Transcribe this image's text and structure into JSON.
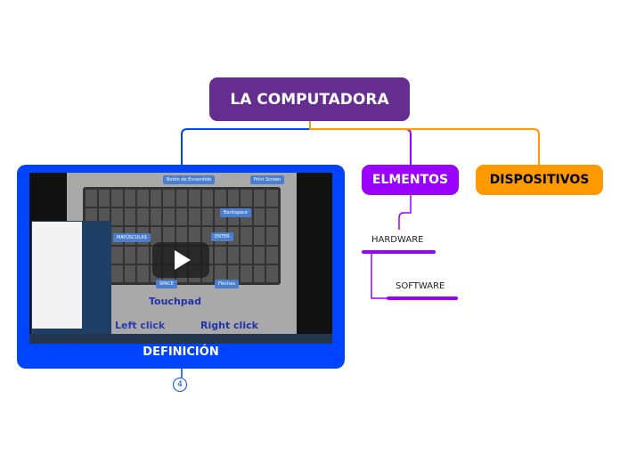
{
  "root": {
    "label": "LA COMPUTADORA",
    "color": "#652d90"
  },
  "branches": [
    {
      "label": "DEFINICIÓN",
      "color": "#0044ff",
      "attachment_count": "4",
      "media": {
        "type": "video",
        "labels": [
          "Botón de Encendido",
          "Print Screen",
          "Backspace",
          "MAYÚSCULAS",
          "ENTER",
          "SPACE",
          "Flechas",
          "Touchpad",
          "Left click",
          "Right click"
        ]
      }
    },
    {
      "label": "ELMENTOS",
      "color": "#9900ff",
      "children": [
        {
          "label": "HARDWARE"
        },
        {
          "label": "SOFTWARE"
        }
      ]
    },
    {
      "label": "DISPOSITIVOS",
      "color": "#ff9900"
    }
  ]
}
